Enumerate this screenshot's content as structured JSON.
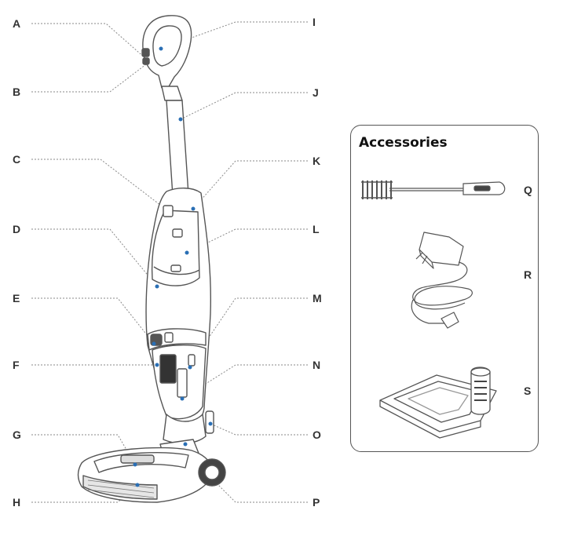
{
  "labels_left": [
    "A",
    "B",
    "C",
    "D",
    "E",
    "F",
    "G",
    "H"
  ],
  "labels_right": [
    "I",
    "J",
    "K",
    "L",
    "M",
    "N",
    "O",
    "P"
  ],
  "accessories": {
    "title": "Accessories",
    "labels": [
      "Q",
      "R",
      "S"
    ]
  },
  "colors": {
    "line": "#555555",
    "leader": "#8a8a8a",
    "dot": "#2a6fb5",
    "fill": "#ffffff",
    "gray": "#cfcfcf"
  }
}
